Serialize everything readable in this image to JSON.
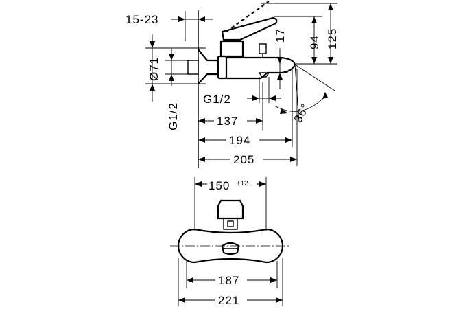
{
  "side_view": {
    "dims": {
      "thread_range": "15-23",
      "diameter": "Ø71",
      "inlet_thread": "G1/2",
      "outlet_thread": "G1/2",
      "spout_height": "17",
      "handle_height": "94",
      "total_height": "125",
      "angle": "36°",
      "d137": "137",
      "d194": "194",
      "d205": "205"
    }
  },
  "front_view": {
    "dims": {
      "centers": "150",
      "tolerance": "±12",
      "d187": "187",
      "d221": "221"
    }
  }
}
